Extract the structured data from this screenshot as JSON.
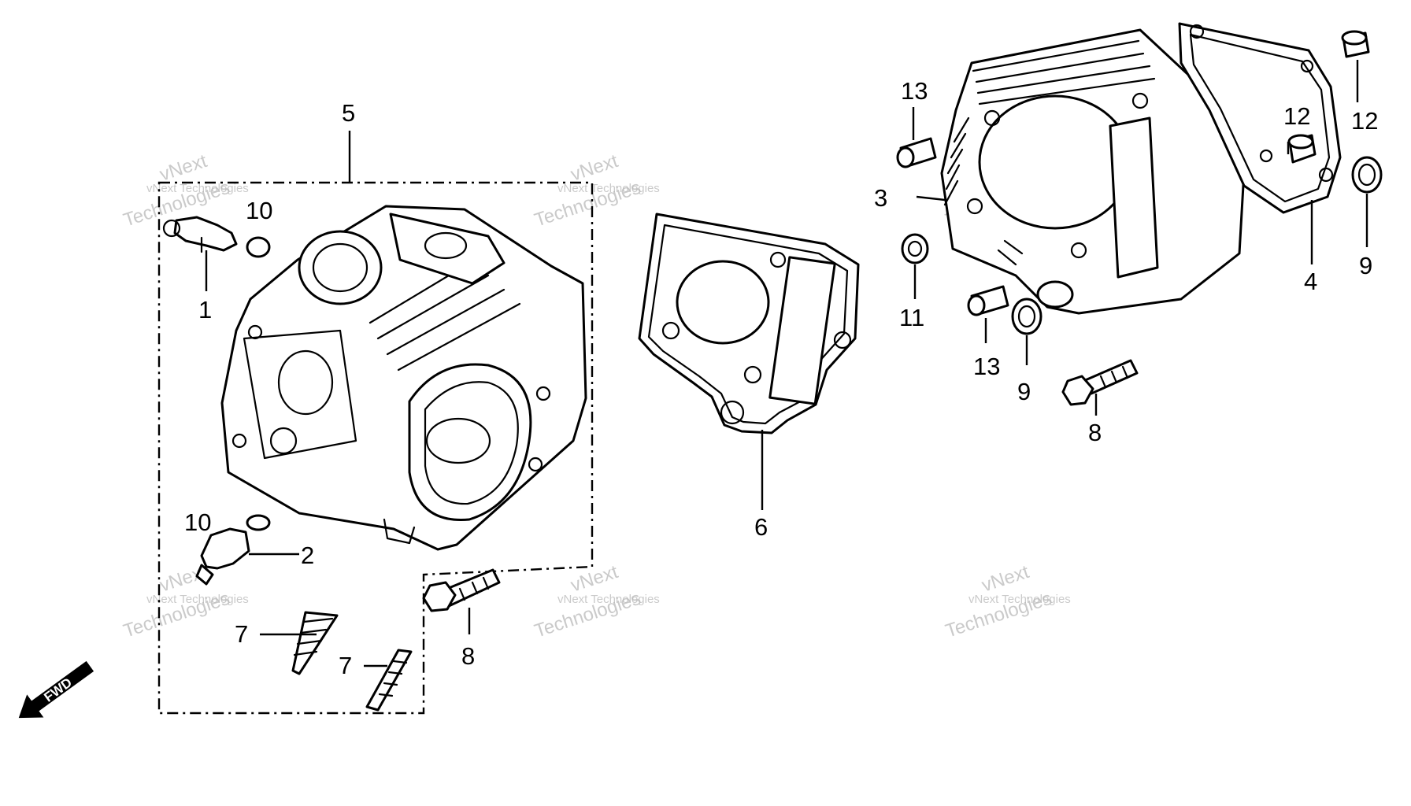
{
  "callouts": {
    "c1": "1",
    "c2": "2",
    "c3": "3",
    "c4": "4",
    "c5": "5",
    "c6": "6",
    "c7a": "7",
    "c7b": "7",
    "c8a": "8",
    "c8b": "8",
    "c9a": "9",
    "c9b": "9",
    "c10a": "10",
    "c10b": "10",
    "c11": "11",
    "c12a": "12",
    "c12b": "12",
    "c13a": "13",
    "c13b": "13"
  },
  "fwd_label": "FWD",
  "watermark": {
    "line1": "vNext Technologies",
    "line2": "vNext",
    "line3": "Technologies"
  }
}
